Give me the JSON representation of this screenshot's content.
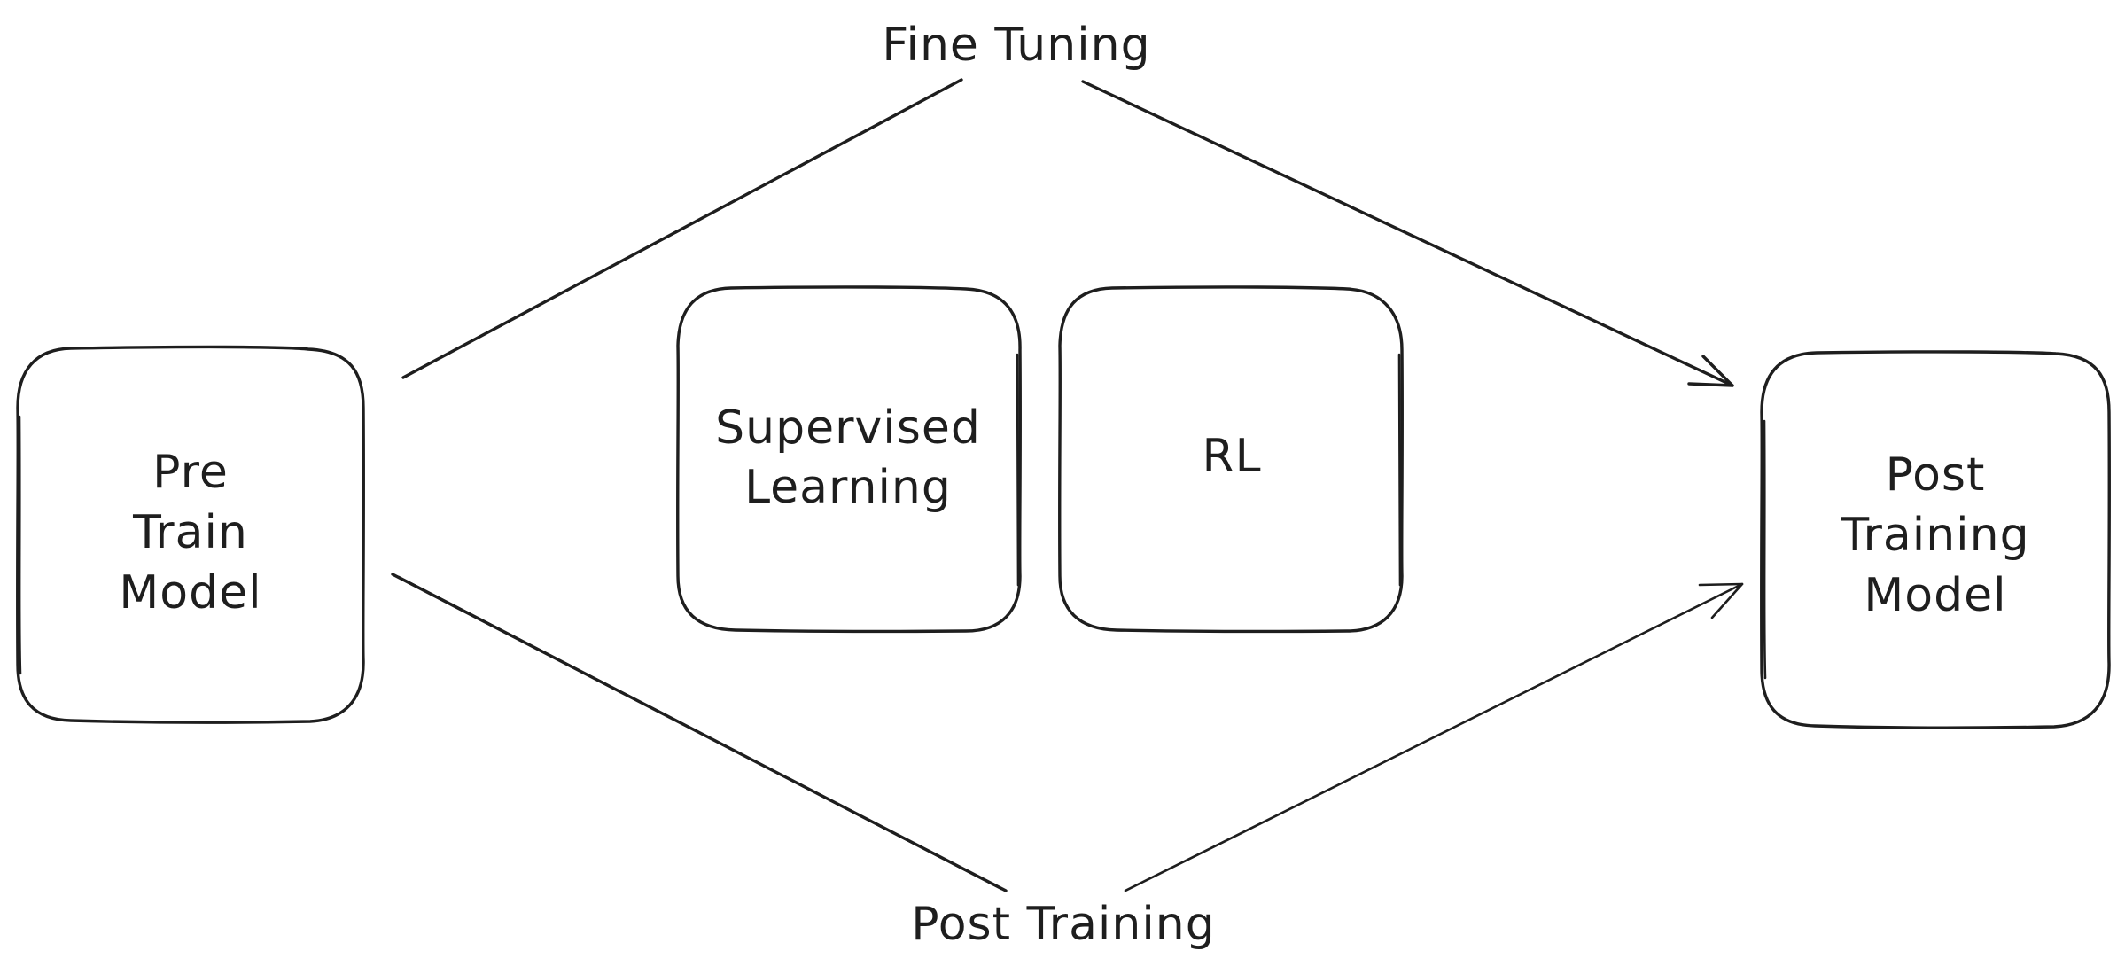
{
  "diagram": {
    "nodes": {
      "pretrain": {
        "lines": [
          "Pre",
          "Train",
          "Model"
        ]
      },
      "supervised": {
        "lines": [
          "Supervised",
          "Learning"
        ]
      },
      "rl": {
        "lines": [
          "RL"
        ]
      },
      "posttrain_model": {
        "lines": [
          "Post",
          "Training",
          "Model"
        ]
      }
    },
    "edges": {
      "fine_tuning": {
        "label": "Fine Tuning",
        "from": "Pre Train Model",
        "to": "Post Training Model"
      },
      "post_training": {
        "label": "Post Training",
        "from": "Pre Train Model",
        "to": "Post Training Model"
      }
    },
    "stroke_color": "#1e1e1e",
    "background": "#ffffff"
  }
}
